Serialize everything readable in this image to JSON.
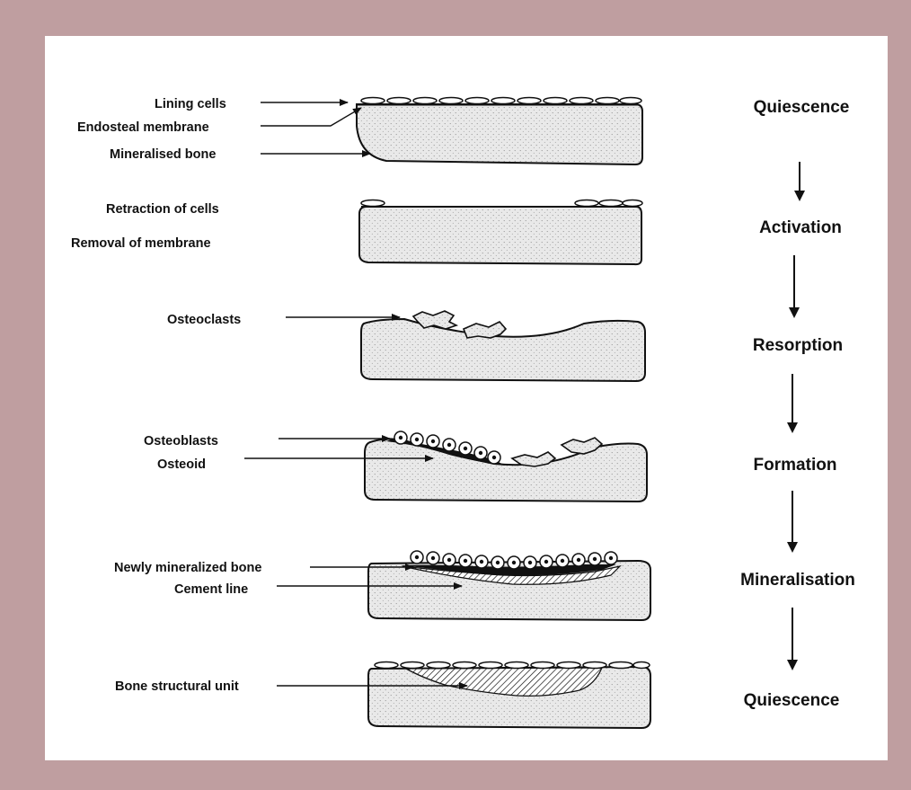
{
  "labels": {
    "lining_cells": "Lining cells",
    "endosteal_membrane": "Endosteal membrane",
    "mineralised_bone": "Mineralised bone",
    "retraction_of_cells": "Retraction of cells",
    "removal_of_membrane": "Removal of membrane",
    "osteoclasts": "Osteoclasts",
    "osteoblasts": "Osteoblasts",
    "osteoid": "Osteoid",
    "newly_mineralized_bone": "Newly mineralized bone",
    "cement_line": "Cement line",
    "bone_structural_unit": "Bone structural unit"
  },
  "stages": [
    "Quiescence",
    "Activation",
    "Resorption",
    "Formation",
    "Mineralisation",
    "Quiescence"
  ],
  "colors": {
    "frame": "#bf9ea0",
    "panel": "#ffffff",
    "bone_fill": "#e9e9e9",
    "ink": "#111111"
  }
}
